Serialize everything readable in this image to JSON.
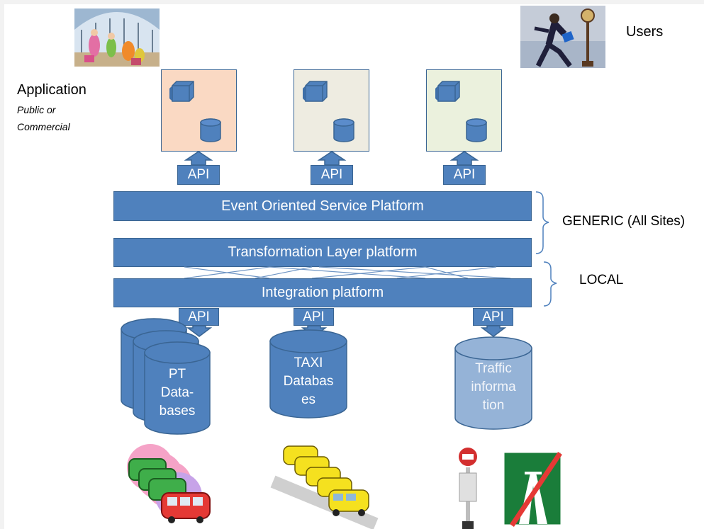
{
  "top_labels": {
    "users": "Users",
    "application": "Application",
    "application_sub": [
      "Public  or",
      "Commercial"
    ]
  },
  "api_label": "API",
  "layers": {
    "event": "Event Oriented Service Platform",
    "transformation": "Transformation Layer platform",
    "integration": "Integration platform"
  },
  "side_labels": {
    "generic": "GENERIC (All Sites)",
    "local": "LOCAL"
  },
  "databases": {
    "pt": [
      "PT",
      "Data-",
      "bases"
    ],
    "taxi": [
      "TAXI",
      "Databas",
      "es"
    ],
    "traffic": [
      "Traffic",
      "informa",
      "tion"
    ]
  },
  "colors": {
    "layer_blue": "#4f81bd",
    "layer_border": "#3a6593",
    "app_box_1": "#fad9c3",
    "app_box_2": "#eeece1",
    "app_box_3": "#ebf1dd",
    "traffic_db": "#95b3d7"
  },
  "icons": [
    "station-clipart-icon",
    "businessman-running-icon",
    "bus-stack-icon",
    "taxi-stack-icon",
    "bus-stop-sign-icon",
    "motorway-end-sign-icon"
  ]
}
